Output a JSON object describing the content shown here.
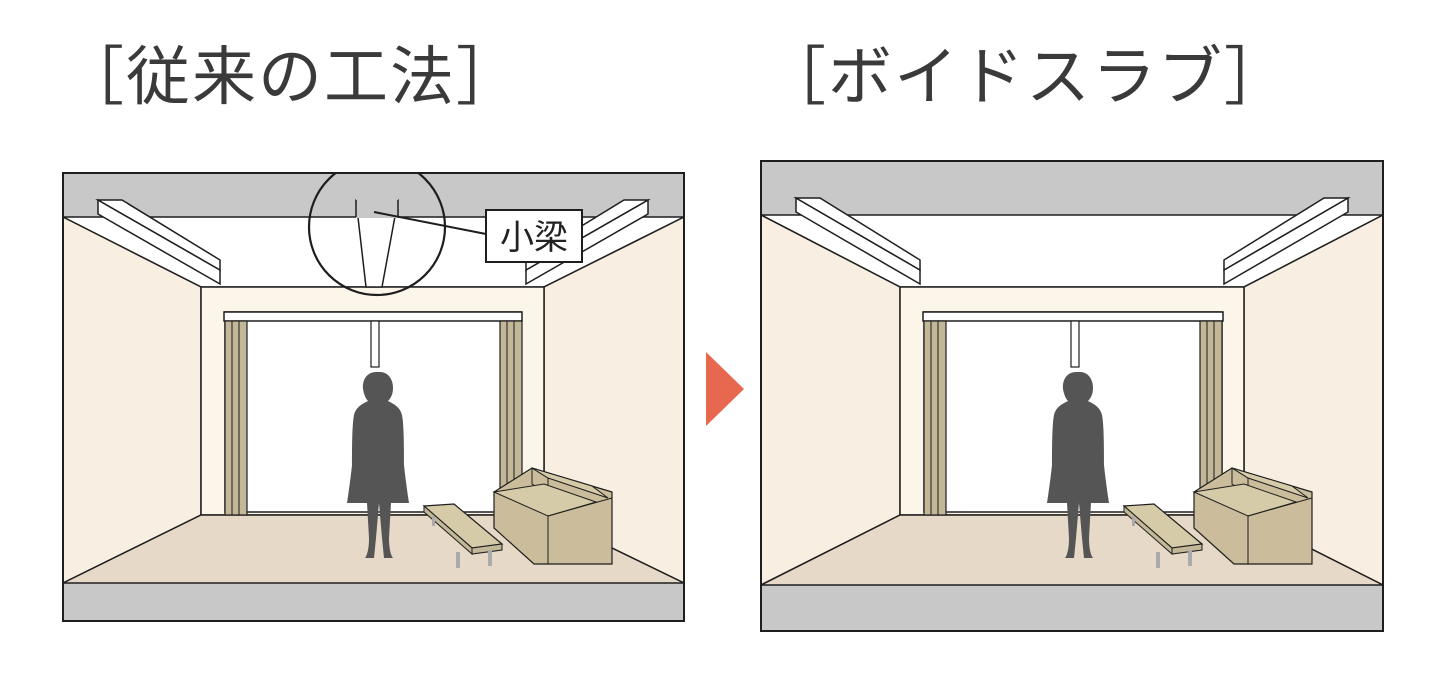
{
  "titles": {
    "left": "［従来の工法］",
    "right": "［ボイドスラブ］"
  },
  "callout": {
    "label": "小梁"
  },
  "colors": {
    "slab": "#c8c8c8",
    "ceiling": "#ffffff",
    "side_wall": "#f8efe2",
    "back_wall": "#fcf6ea",
    "floor": "#e6d9c7",
    "window": "#ffffff",
    "curtain": "#c2b796",
    "person": "#555555",
    "sofa": "#cbbd9c",
    "table": "#d6cba8",
    "table_legs": "#aaaaaa",
    "outline": "#1e1e1e",
    "arrow": "#e8684f"
  },
  "icons": {
    "arrow": "triangle-right-icon",
    "person": "person-silhouette-icon",
    "sofa": "sofa-icon",
    "table": "table-icon",
    "curtain": "curtain-icon"
  }
}
